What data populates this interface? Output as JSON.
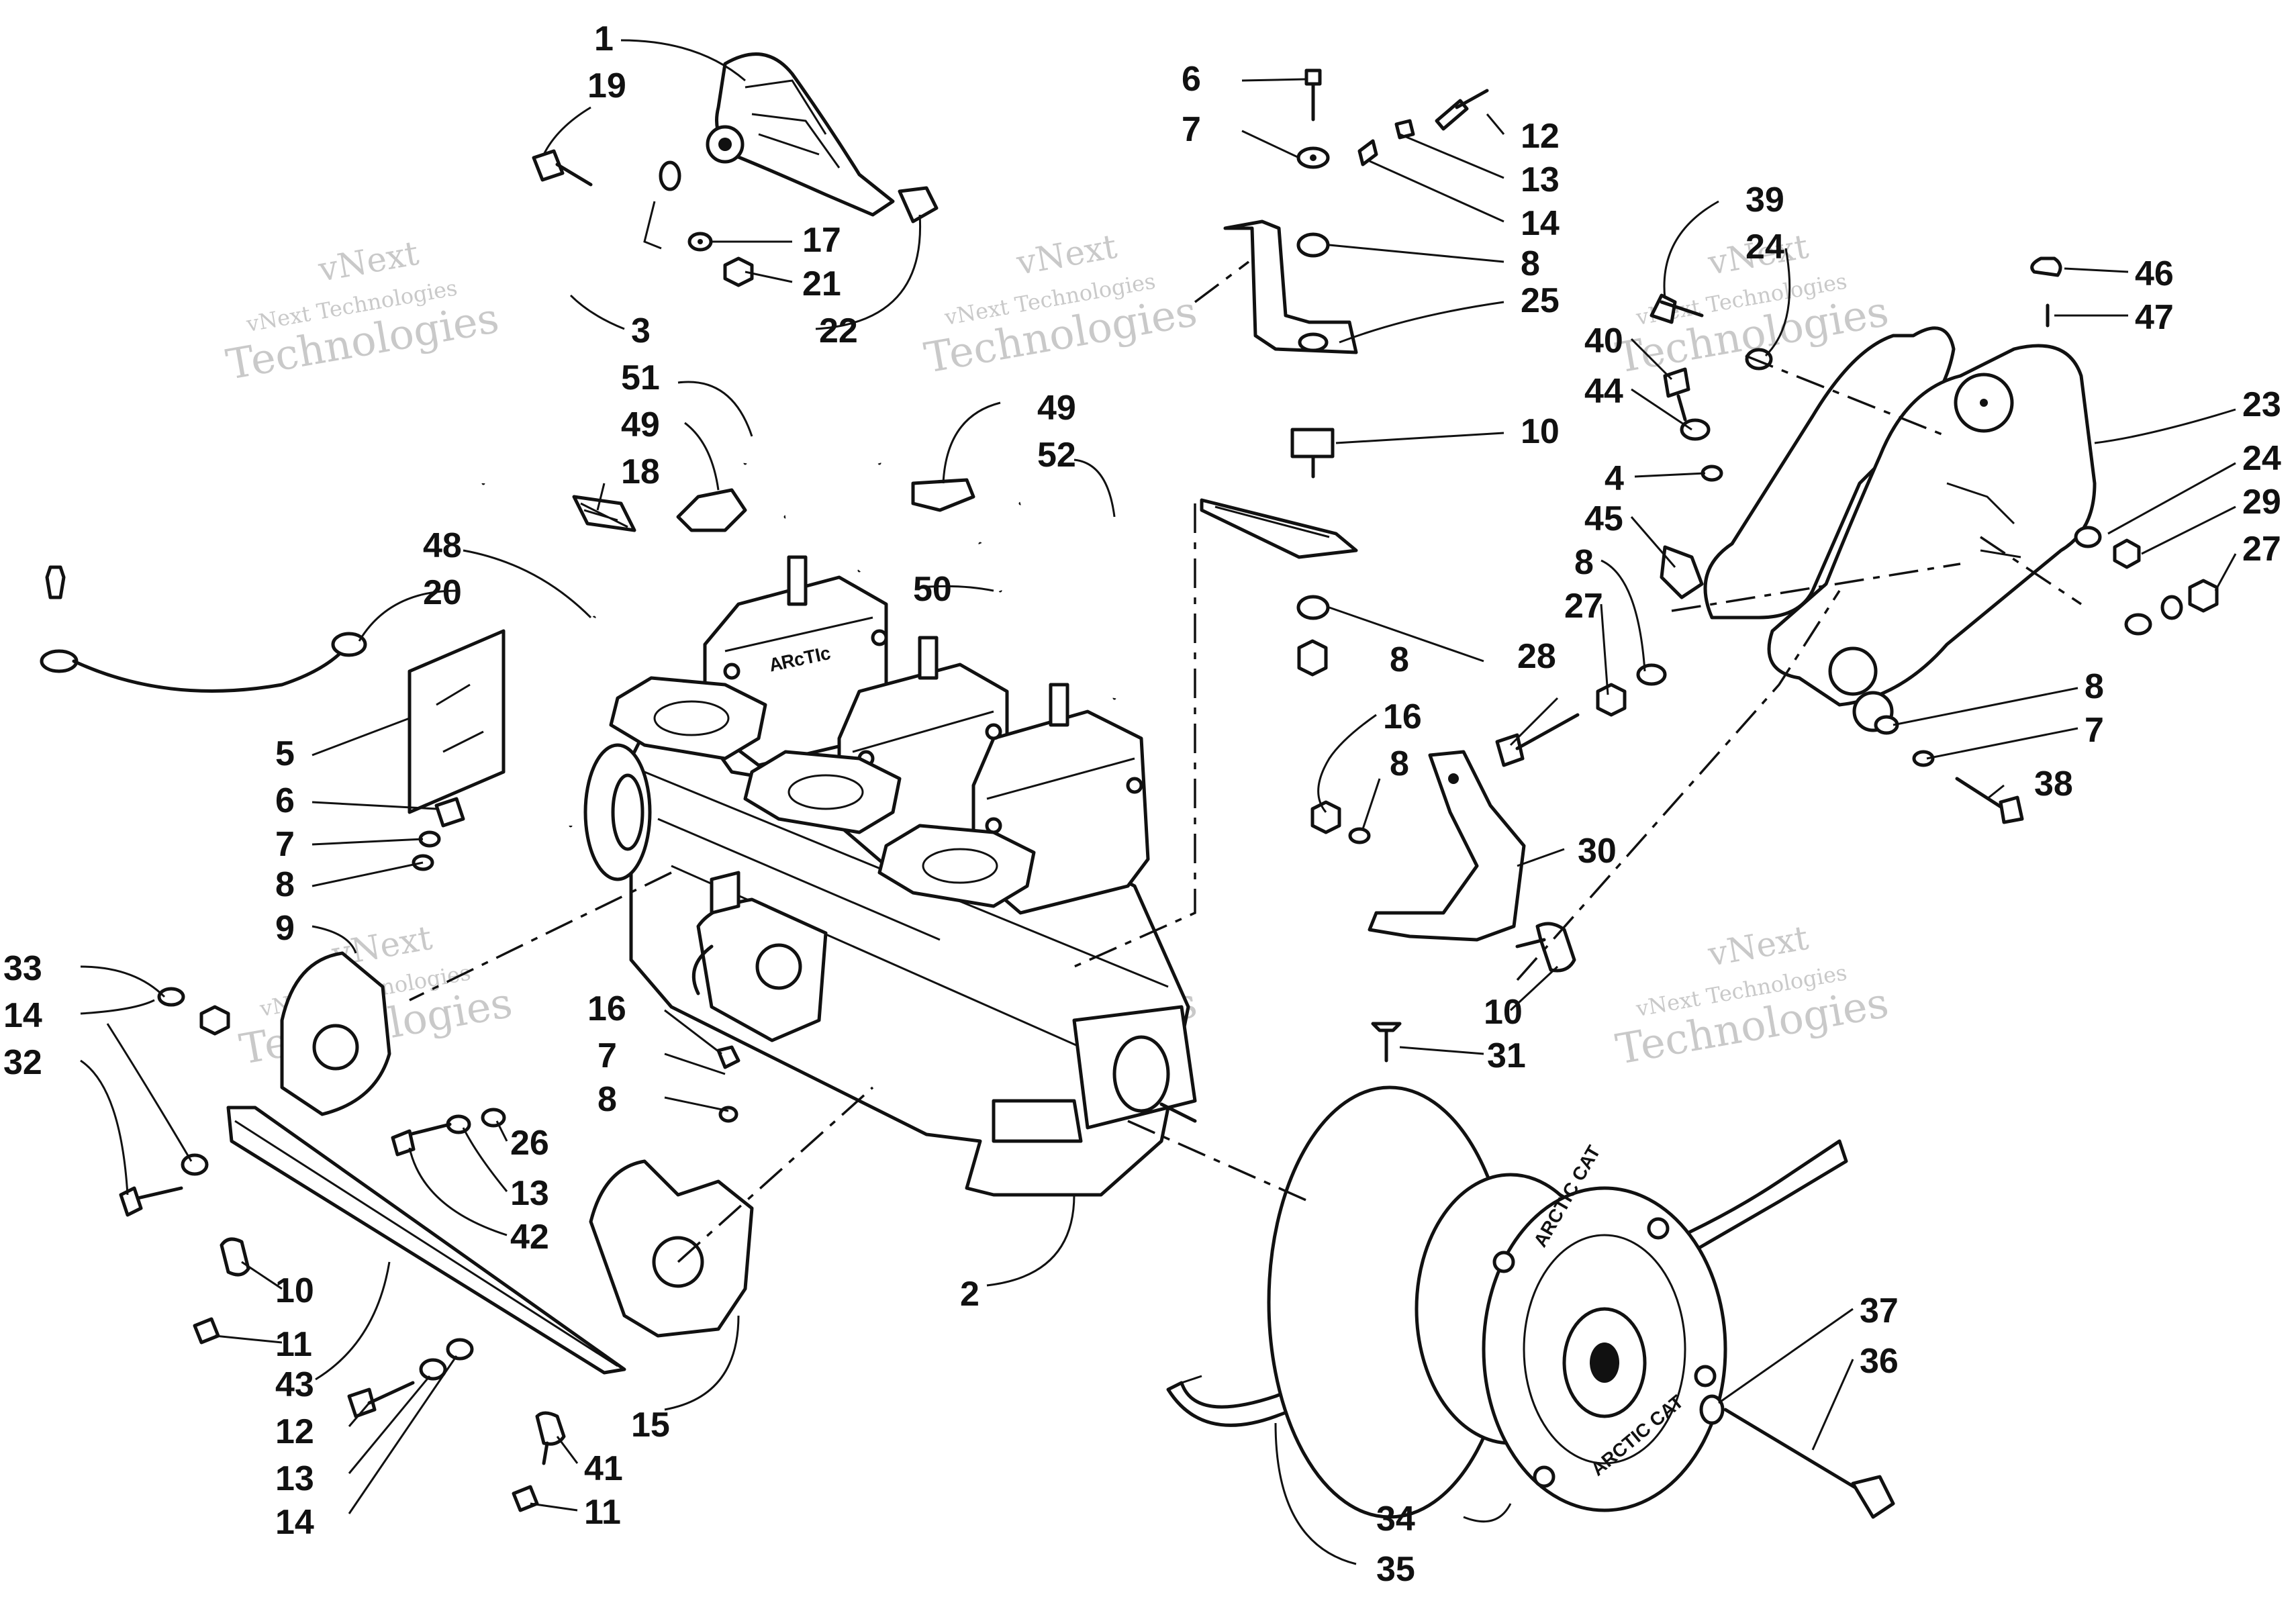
{
  "watermark": {
    "line1": "vNext Technologies",
    "line2": "vNext",
    "line3": "Technologies"
  },
  "callouts": [
    {
      "id": "c1",
      "text": "1"
    },
    {
      "id": "c19",
      "text": "19"
    },
    {
      "id": "c17",
      "text": "17"
    },
    {
      "id": "c21",
      "text": "21"
    },
    {
      "id": "c22",
      "text": "22"
    },
    {
      "id": "c3",
      "text": "3"
    },
    {
      "id": "c6a",
      "text": "6"
    },
    {
      "id": "c7a",
      "text": "7"
    },
    {
      "id": "c12a",
      "text": "12"
    },
    {
      "id": "c13a",
      "text": "13"
    },
    {
      "id": "c14a",
      "text": "14"
    },
    {
      "id": "c8a",
      "text": "8"
    },
    {
      "id": "c25",
      "text": "25"
    },
    {
      "id": "c10a",
      "text": "10"
    },
    {
      "id": "c8b",
      "text": "8"
    },
    {
      "id": "c16a",
      "text": "16"
    },
    {
      "id": "c8c",
      "text": "8"
    },
    {
      "id": "c30",
      "text": "30"
    },
    {
      "id": "c10b",
      "text": "10"
    },
    {
      "id": "c31",
      "text": "31"
    },
    {
      "id": "c39",
      "text": "39"
    },
    {
      "id": "c24a",
      "text": "24"
    },
    {
      "id": "c46",
      "text": "46"
    },
    {
      "id": "c47",
      "text": "47"
    },
    {
      "id": "c40",
      "text": "40"
    },
    {
      "id": "c44",
      "text": "44"
    },
    {
      "id": "c4",
      "text": "4"
    },
    {
      "id": "c23",
      "text": "23"
    },
    {
      "id": "c24b",
      "text": "24"
    },
    {
      "id": "c29",
      "text": "29"
    },
    {
      "id": "c45",
      "text": "45"
    },
    {
      "id": "c27a",
      "text": "27"
    },
    {
      "id": "c8d",
      "text": "8"
    },
    {
      "id": "c27b",
      "text": "27"
    },
    {
      "id": "c28",
      "text": "28"
    },
    {
      "id": "c8e",
      "text": "8"
    },
    {
      "id": "c7b",
      "text": "7"
    },
    {
      "id": "c38",
      "text": "38"
    },
    {
      "id": "c51",
      "text": "51"
    },
    {
      "id": "c49a",
      "text": "49"
    },
    {
      "id": "c49b",
      "text": "49"
    },
    {
      "id": "c52",
      "text": "52"
    },
    {
      "id": "c18",
      "text": "18"
    },
    {
      "id": "c50",
      "text": "50"
    },
    {
      "id": "c48",
      "text": "48"
    },
    {
      "id": "c20",
      "text": "20"
    },
    {
      "id": "c5",
      "text": "5"
    },
    {
      "id": "c6b",
      "text": "6"
    },
    {
      "id": "c7c",
      "text": "7"
    },
    {
      "id": "c8f",
      "text": "8"
    },
    {
      "id": "c9",
      "text": "9"
    },
    {
      "id": "c33",
      "text": "33"
    },
    {
      "id": "c14b",
      "text": "14"
    },
    {
      "id": "c32",
      "text": "32"
    },
    {
      "id": "c26",
      "text": "26"
    },
    {
      "id": "c13b",
      "text": "13"
    },
    {
      "id": "c42",
      "text": "42"
    },
    {
      "id": "c16b",
      "text": "16"
    },
    {
      "id": "c7d",
      "text": "7"
    },
    {
      "id": "c8g",
      "text": "8"
    },
    {
      "id": "c10c",
      "text": "10"
    },
    {
      "id": "c11a",
      "text": "11"
    },
    {
      "id": "c43",
      "text": "43"
    },
    {
      "id": "c12b",
      "text": "12"
    },
    {
      "id": "c13c",
      "text": "13"
    },
    {
      "id": "c14c",
      "text": "14"
    },
    {
      "id": "c41",
      "text": "41"
    },
    {
      "id": "c11b",
      "text": "11"
    },
    {
      "id": "c15",
      "text": "15"
    },
    {
      "id": "c2",
      "text": "2"
    },
    {
      "id": "c37",
      "text": "37"
    },
    {
      "id": "c36",
      "text": "36"
    },
    {
      "id": "c34",
      "text": "34"
    },
    {
      "id": "c35",
      "text": "35"
    }
  ],
  "clutch_marks": {
    "brand1": "ARCTIC CAT",
    "brand2": "ARCTIC CAT"
  }
}
